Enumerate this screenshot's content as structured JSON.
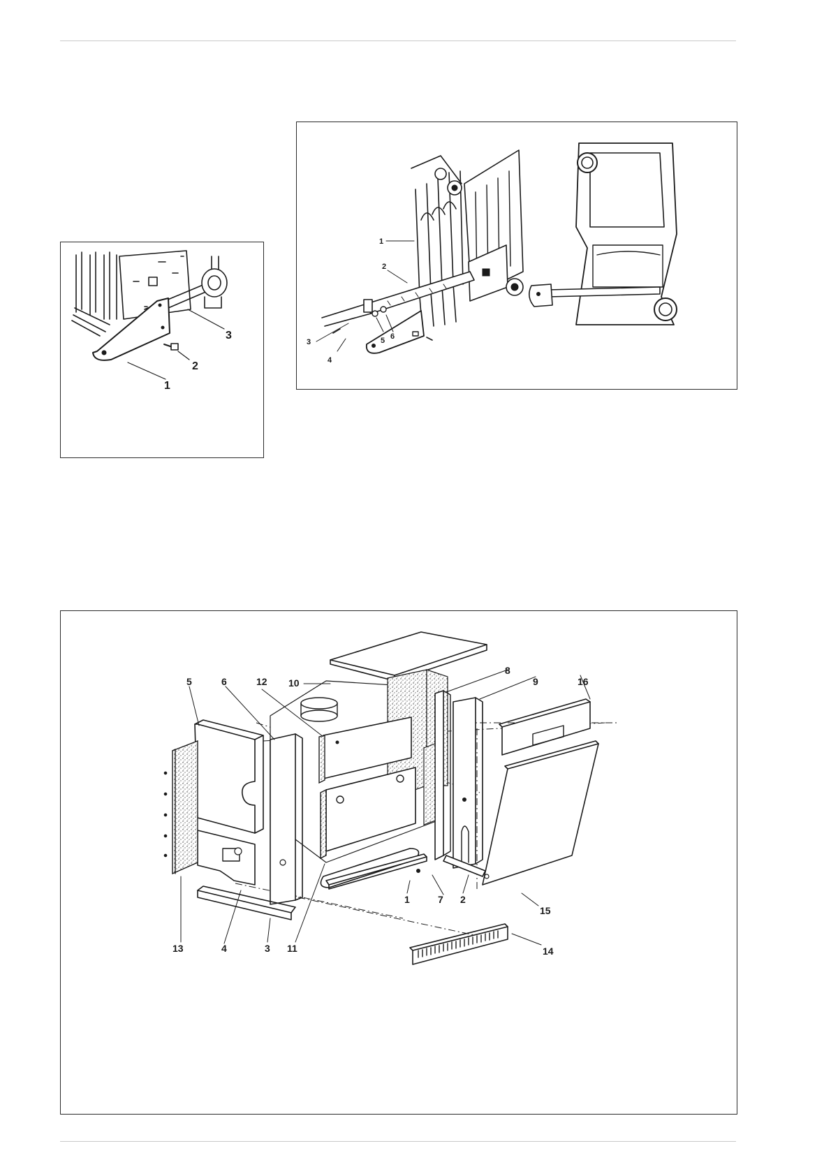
{
  "figures": {
    "burner_detail": {
      "callouts": [
        "1",
        "2",
        "3"
      ]
    },
    "burner_assembly": {
      "callouts": [
        "1",
        "2",
        "3",
        "4",
        "5",
        "6"
      ]
    },
    "casing_exploded": {
      "callouts": [
        "1",
        "2",
        "3",
        "4",
        "5",
        "6",
        "7",
        "8",
        "9",
        "10",
        "11",
        "12",
        "13",
        "14",
        "15",
        "16"
      ]
    }
  }
}
